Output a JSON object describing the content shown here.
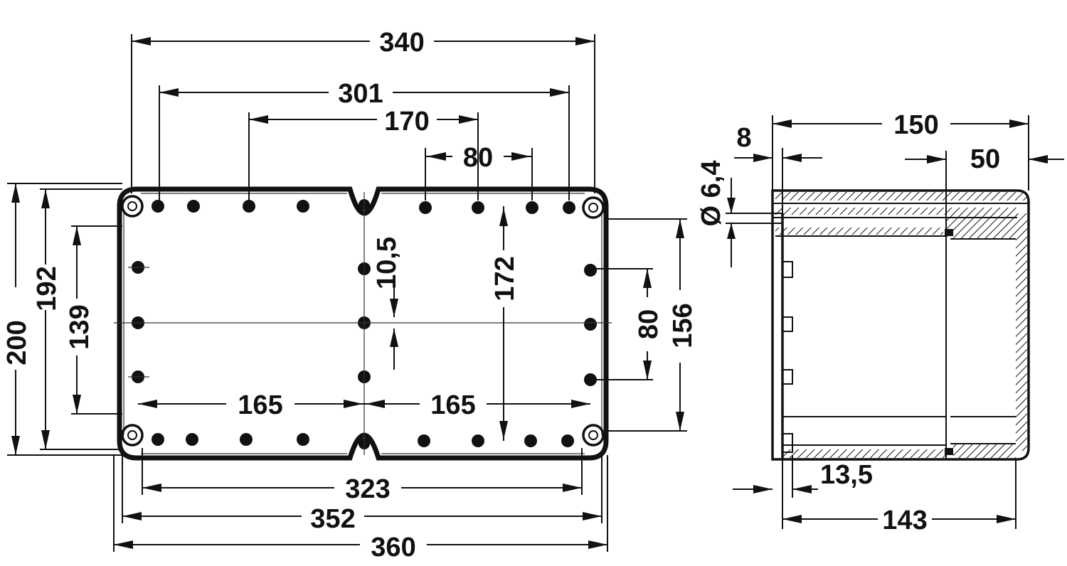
{
  "front_view": {
    "outer_width": "340",
    "hole_span_top": "301",
    "offset_170": "170",
    "slot_spacing_80": "80",
    "dim_172": "172",
    "dim_10_5": "10,5",
    "left_165": "165",
    "right_165": "165",
    "dim_323": "323",
    "dim_352": "352",
    "dim_360": "360",
    "height_200": "200",
    "height_192": "192",
    "height_139": "139",
    "right_80": "80",
    "right_156": "156"
  },
  "side_view": {
    "depth_150": "150",
    "dim_8": "8",
    "dim_50": "50",
    "diameter": "Ø 6,4",
    "dim_13_5": "13,5",
    "dim_143": "143"
  },
  "colors": {
    "ink": "#111111",
    "paper": "#ffffff"
  }
}
